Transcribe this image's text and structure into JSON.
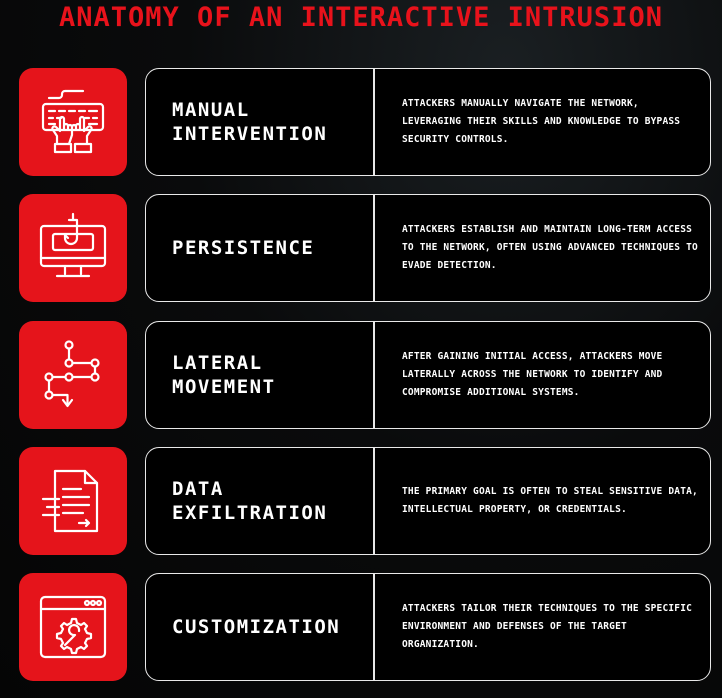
{
  "title": "ANATOMY OF AN INTERACTIVE INTRUSION",
  "colors": {
    "accent": "#e5141b",
    "title": "#e8121b",
    "background": "#050505",
    "card_border": "#e9e9e9"
  },
  "items": [
    {
      "icon": "keyboard-hands-icon",
      "heading": "MANUAL\nINTERVENTION",
      "description": "ATTACKERS MANUALLY NAVIGATE THE NETWORK, LEVERAGING THEIR SKILLS AND KNOWLEDGE TO BYPASS SECURITY CONTROLS."
    },
    {
      "icon": "monitor-hook-icon",
      "heading": "PERSISTENCE",
      "description": "ATTACKERS ESTABLISH AND MAINTAIN LONG-TERM ACCESS TO THE NETWORK, OFTEN USING ADVANCED TECHNIQUES TO EVADE DETECTION."
    },
    {
      "icon": "network-path-icon",
      "heading": "LATERAL\nMOVEMENT",
      "description": "AFTER GAINING INITIAL ACCESS, ATTACKERS MOVE LATERALLY ACROSS THE NETWORK TO IDENTIFY AND COMPROMISE ADDITIONAL SYSTEMS."
    },
    {
      "icon": "document-exfil-icon",
      "heading": "DATA\nEXFILTRATION",
      "description": "THE PRIMARY GOAL IS OFTEN TO STEAL SENSITIVE DATA, INTELLECTUAL PROPERTY, OR CREDENTIALS."
    },
    {
      "icon": "browser-gear-icon",
      "heading": "CUSTOMIZATION",
      "description": "ATTACKERS TAILOR THEIR TECHNIQUES TO THE SPECIFIC ENVIRONMENT AND DEFENSES OF THE TARGET ORGANIZATION."
    }
  ]
}
